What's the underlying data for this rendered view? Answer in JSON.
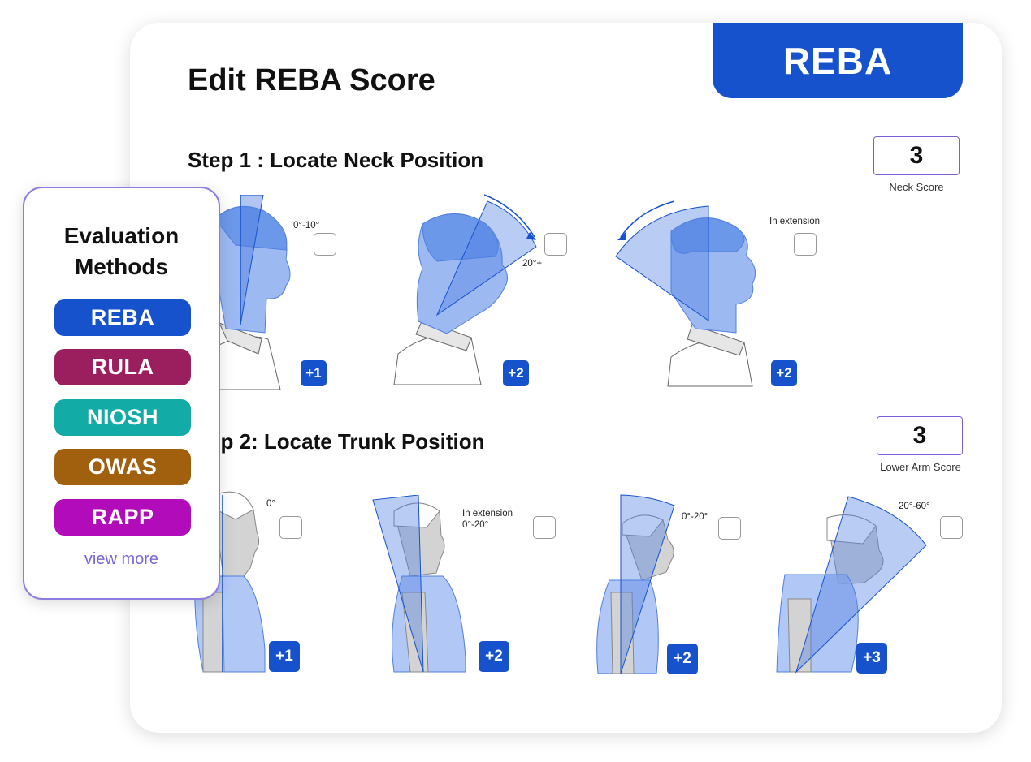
{
  "header": {
    "title": "Edit REBA Score",
    "tag": "REBA"
  },
  "step1": {
    "title": "Step 1 : Locate Neck Position",
    "score": "3",
    "score_label": "Neck Score",
    "options": [
      {
        "label": "0°-10°",
        "points": "+1"
      },
      {
        "label": "20°+",
        "points": "+2"
      },
      {
        "label": "In extension",
        "points": "+2"
      }
    ]
  },
  "step2": {
    "title": "Step 2: Locate Trunk Position",
    "score": "3",
    "score_label": "Lower Arm Score",
    "options": [
      {
        "label": "0°",
        "points": "+1"
      },
      {
        "label": "In extension",
        "label2": "0°-20°",
        "points": "+2"
      },
      {
        "label": "0°-20°",
        "points": "+2"
      },
      {
        "label": "20°-60°",
        "points": "+3"
      }
    ]
  },
  "eval_panel": {
    "title_line1": "Evaluation",
    "title_line2": "Methods",
    "methods": [
      {
        "label": "REBA",
        "color": "#1552cc"
      },
      {
        "label": "RULA",
        "color": "#9b1f5e"
      },
      {
        "label": "NIOSH",
        "color": "#13aba6"
      },
      {
        "label": "OWAS",
        "color": "#a0600d"
      },
      {
        "label": "RAPP",
        "color": "#b20bb9"
      }
    ],
    "view_more": "view more"
  },
  "colors": {
    "accent": "#1552cc",
    "figure_fill": "#9db9f2",
    "figure_dark": "#4f7fe0",
    "body_gray": "#d3d3d3"
  }
}
